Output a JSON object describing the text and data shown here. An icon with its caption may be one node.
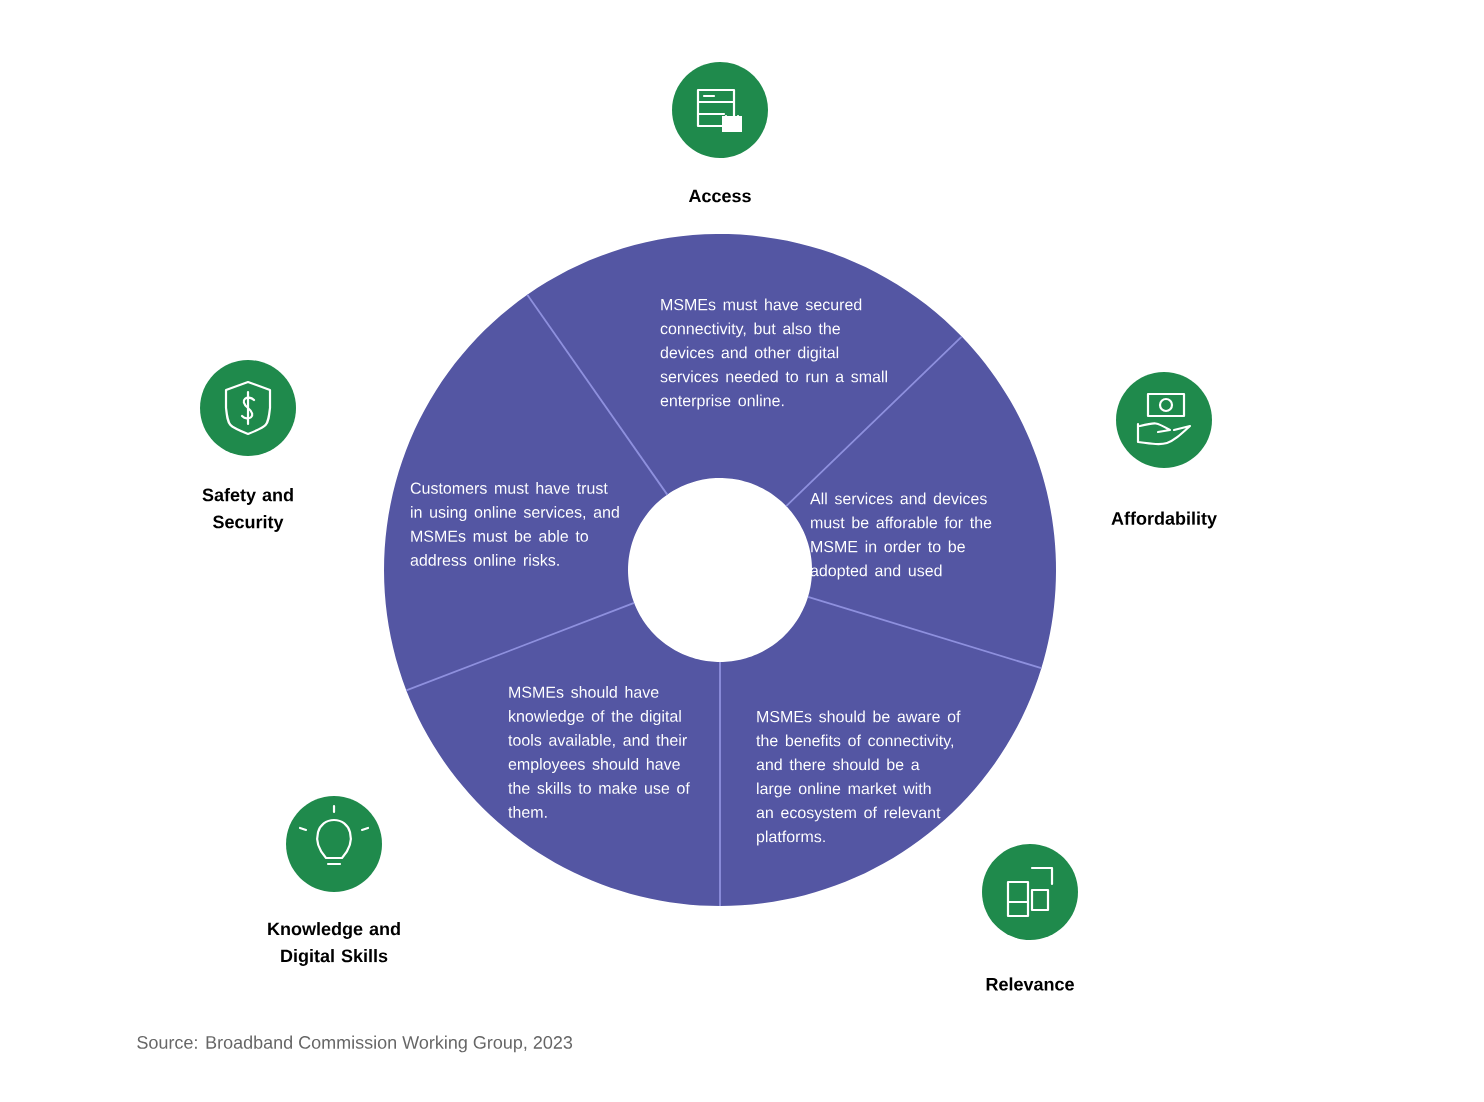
{
  "diagram": {
    "caption": "Source: Broadband Commission Working Group, 2023",
    "nodes": [
      {
        "text": [
          "Access"
        ]
      },
      {
        "text": [
          "Safety and Security"
        ]
      },
      {
        "text": [
          "Affordability"
        ]
      },
      {
        "text": [
          "Knowledge and Digital Skills"
        ]
      },
      {
        "text": [
          "Relevance"
        ]
      },
      {
        "text": [
          "MSMEs must have secured connectivity, but also the devices and other digital services needed to run a small enterprise online."
        ]
      },
      {
        "text": [
          "Customers must have trust in using online services, and MSMEs must be able to address online risks."
        ]
      },
      {
        "text": [
          "All services and devices must be afforable for the MSME in order to be adopted and used"
        ]
      },
      {
        "text": [
          "MSMEs should have knowledge of the digital tools available, and their employees should have the skills to make use of them."
        ]
      },
      {
        "text": [
          "MSMEs should be aware of the benefits of connectivity, and there should be a large online market with an ecosystem of relevant platforms."
        ]
      }
    ]
  }
}
